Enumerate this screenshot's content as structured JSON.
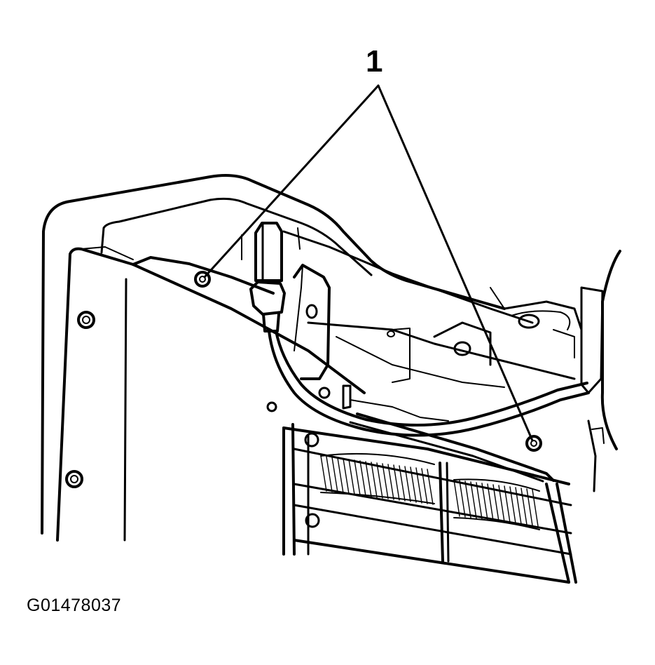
{
  "callout": {
    "number": "1",
    "target_names": [
      "fastener-upper-left",
      "fastener-lower-right"
    ]
  },
  "figure": {
    "id": "G01478037"
  },
  "colors": {
    "line": "#000000",
    "background": "#ffffff"
  }
}
